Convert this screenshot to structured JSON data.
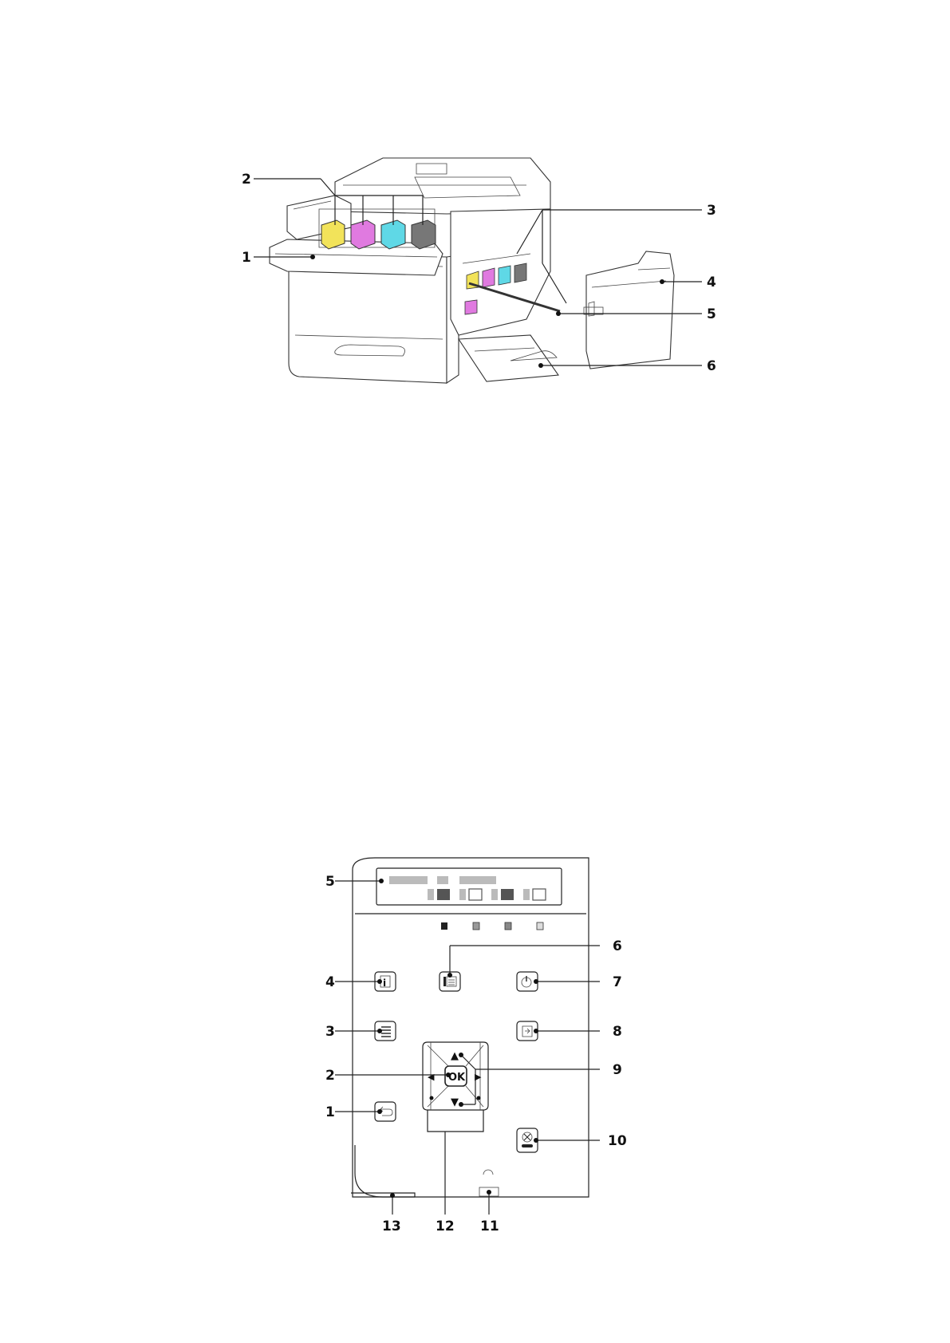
{
  "printer_figure": {
    "callouts": [
      "1",
      "2",
      "3",
      "4",
      "5",
      "6"
    ],
    "cartridge_colors": [
      "#f2e35a",
      "#e07ae0",
      "#5fd8e6",
      "#777777"
    ]
  },
  "panel_figure": {
    "callouts": [
      "1",
      "2",
      "3",
      "4",
      "5",
      "6",
      "7",
      "8",
      "9",
      "10",
      "11",
      "12",
      "13"
    ],
    "ok_label": "OK",
    "arrow_up": "▲",
    "arrow_down": "▼",
    "arrow_left": "◀",
    "arrow_right": "▶"
  }
}
